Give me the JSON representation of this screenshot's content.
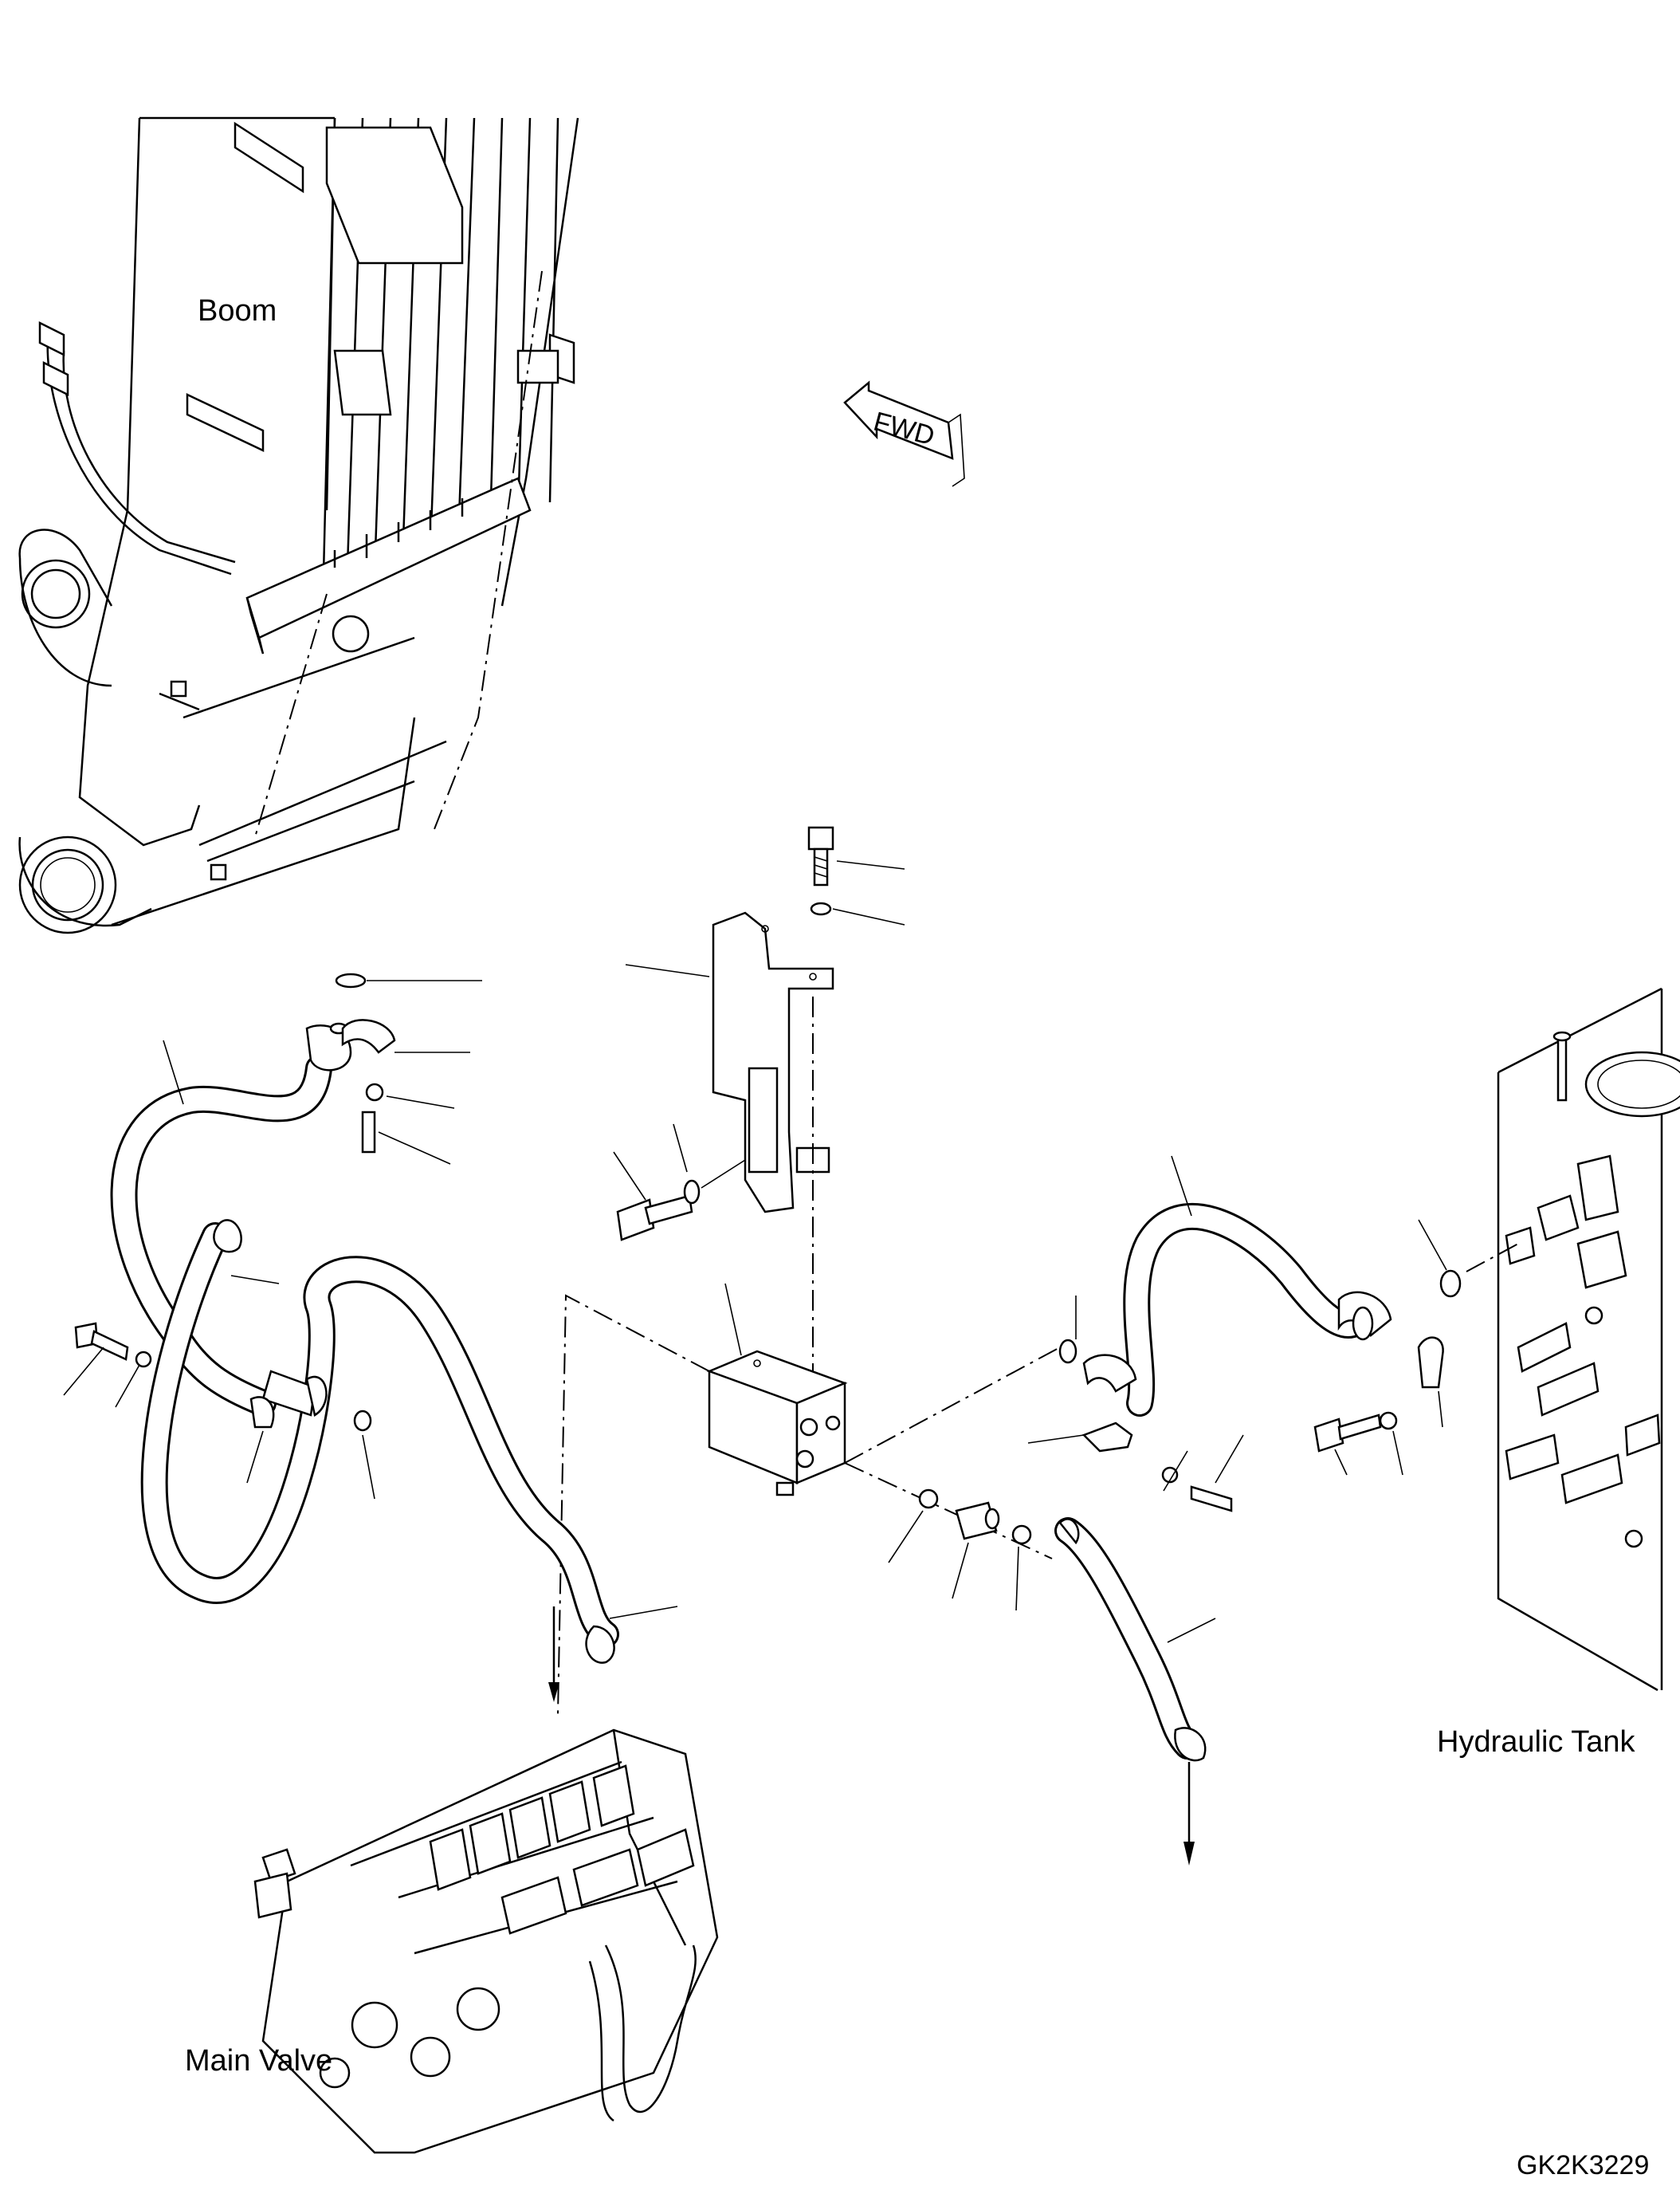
{
  "diagram": {
    "labels": {
      "boom": "Boom",
      "hydraulic_tank": "Hydraulic Tank",
      "main_valve": "Main Valve",
      "fwd": "FWD",
      "drawing_number": "GK2K3229"
    }
  }
}
